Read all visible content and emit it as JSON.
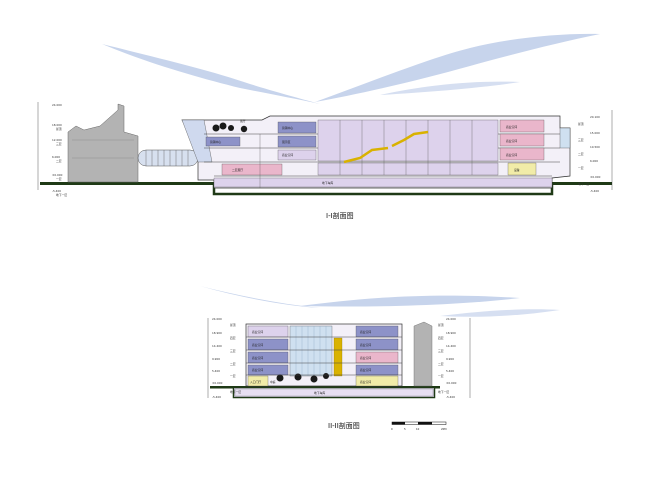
{
  "section_1": {
    "caption": "I-I剖面图",
    "left_levels": [
      "屋顶",
      "三层",
      "二层",
      "一层",
      "地下一层"
    ],
    "right_levels": [
      "屋顶",
      "三层",
      "二层",
      "一层",
      "地下一层"
    ],
    "left_elevations": [
      "24.000",
      "18.000",
      "12.000",
      "6.000",
      "±0.000",
      "-5.400"
    ],
    "right_elevations": [
      "20.100",
      "15.000",
      "10.500",
      "6.000",
      "±0.000",
      "-5.400"
    ],
    "rooms": [
      "展厅",
      "营销中心",
      "营销中心",
      "展示区",
      "二层展厅",
      "商业空间",
      "商业空间",
      "商业空间",
      "商业空间",
      "地下车库",
      "设备"
    ]
  },
  "section_2": {
    "caption": "II-II剖面图",
    "left_levels": [
      "屋顶",
      "四层",
      "三层",
      "二层",
      "一层",
      "地下一层"
    ],
    "right_levels": [
      "屋顶",
      "四层",
      "三层",
      "二层",
      "一层",
      "地下一层"
    ],
    "left_elevations": [
      "24.000",
      "18.900",
      "14.400",
      "9.900",
      "5.400",
      "±0.000",
      "-5.400"
    ],
    "right_elevations": [
      "24.000",
      "18.900",
      "14.400",
      "9.900",
      "5.400",
      "±0.000",
      "-5.400"
    ],
    "rooms": [
      "商业空间",
      "商业空间",
      "商业空间",
      "商业空间",
      "商业空间",
      "商业空间",
      "商业空间",
      "商业空间",
      "商业空间",
      "中庭",
      "入口门厅",
      "地下车库"
    ],
    "scale_labels": [
      "0",
      "5",
      "10",
      "20M"
    ]
  },
  "colors": {
    "sky": "#c7d4ec",
    "ground": "#1f3a16",
    "lavender": "#ddd2ec",
    "pink": "#eab6cb",
    "blue": "#8d92c8",
    "yellow": "#f1eca8",
    "salmon": "#f0b39a",
    "gray": "#b3b3b3",
    "gold": "#d9b200"
  }
}
